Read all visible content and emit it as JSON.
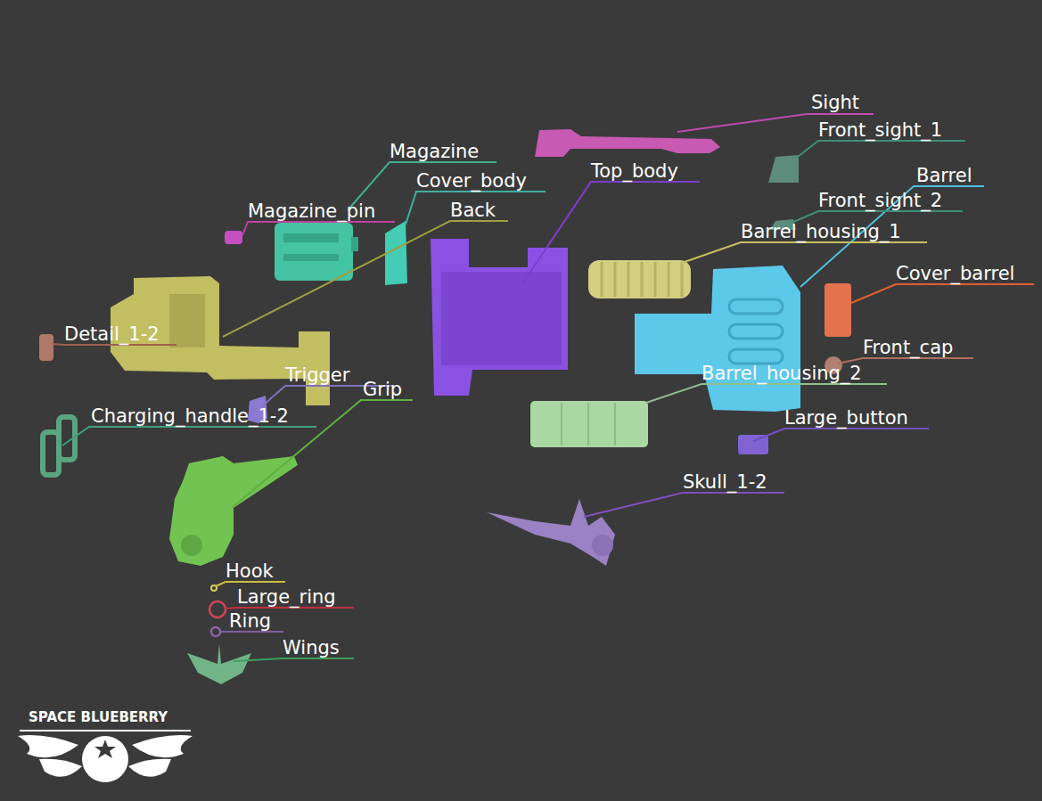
{
  "diagram": {
    "labels": [
      "Sight",
      "Front_sight_1",
      "Magazine",
      "Top_body",
      "Barrel",
      "Cover_body",
      "Front_sight_2",
      "Magazine_pin",
      "Back",
      "Barrel_housing_1",
      "Cover_barrel",
      "Detail_1-2",
      "Front_cap",
      "Trigger",
      "Grip",
      "Barrel_housing_2",
      "Charging_handle_1-2",
      "Large_button",
      "Skull_1-2",
      "Hook",
      "Large_ring",
      "Ring",
      "Wings",
      "SPACE BLUEBERRY"
    ]
  }
}
